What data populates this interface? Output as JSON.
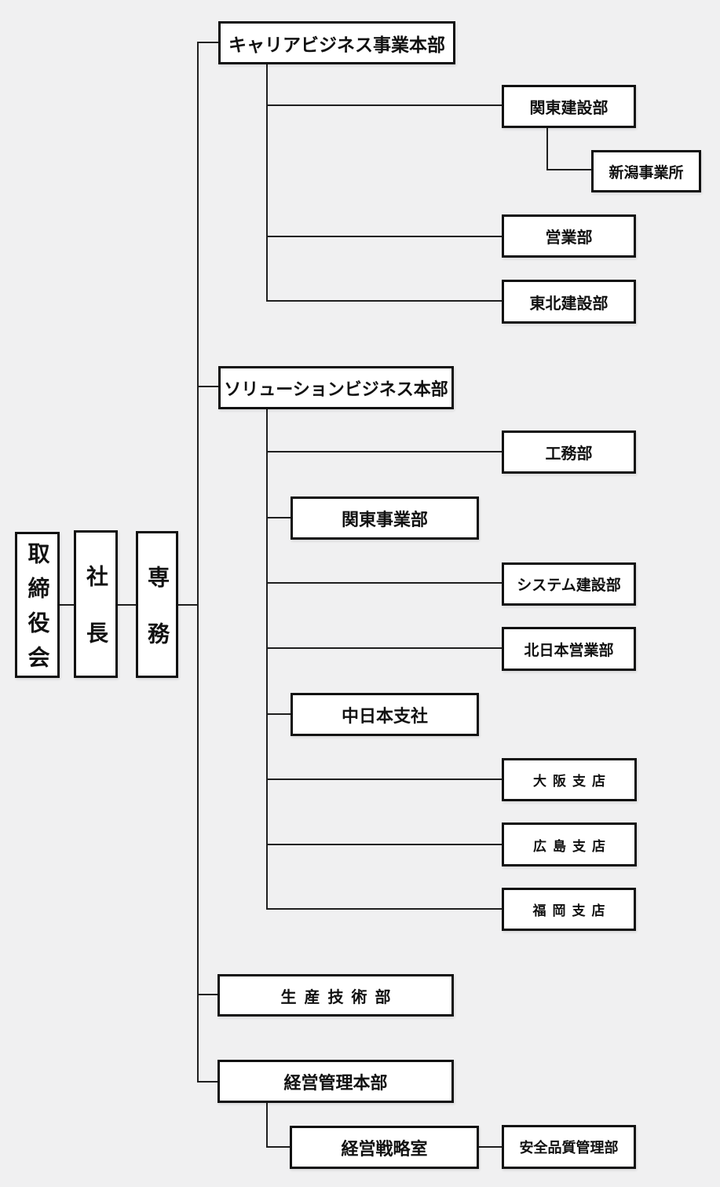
{
  "chart": {
    "type": "organization-chart",
    "language": "ja",
    "colors": {
      "background": "#f0f0f1",
      "box_background": "#ffffff",
      "box_border": "#111111",
      "connector_line": "#1f1f1f",
      "text": "#111111"
    }
  },
  "nodes": {
    "board": {
      "label": "取締役会"
    },
    "president": {
      "label": "社長"
    },
    "senior_managing_director": {
      "label": "専務"
    },
    "career_business_hq": {
      "label": "キャリアビジネス事業本部"
    },
    "kanto_construction_dept": {
      "label": "関東建設部"
    },
    "niigata_office": {
      "label": "新潟事業所"
    },
    "sales_dept": {
      "label": "営業部"
    },
    "tohoku_construction_dept": {
      "label": "東北建設部"
    },
    "solution_business_hq": {
      "label": "ソリューションビジネス本部"
    },
    "engineering_dept": {
      "label": "工務部"
    },
    "kanto_business_dept": {
      "label": "関東事業部"
    },
    "system_construction_dept": {
      "label": "システム建設部"
    },
    "north_japan_sales_dept": {
      "label": "北日本営業部"
    },
    "central_japan_branch": {
      "label": "中日本支社"
    },
    "osaka_branch": {
      "label": "大阪支店"
    },
    "hiroshima_branch": {
      "label": "広島支店"
    },
    "fukuoka_branch": {
      "label": "福岡支店"
    },
    "production_engineering_dept": {
      "label": "生産技術部"
    },
    "management_admin_hq": {
      "label": "経営管理本部"
    },
    "management_strategy_office": {
      "label": "経営戦略室"
    },
    "safety_quality_dept": {
      "label": "安全品質管理部"
    }
  },
  "structure": {
    "top_chain": [
      "board",
      "president",
      "senior_managing_director"
    ],
    "divisions": [
      {
        "id": "career_business_hq",
        "children": [
          {
            "id": "kanto_construction_dept",
            "children": [
              {
                "id": "niigata_office"
              }
            ]
          },
          {
            "id": "sales_dept"
          },
          {
            "id": "tohoku_construction_dept"
          }
        ]
      },
      {
        "id": "solution_business_hq",
        "children": [
          {
            "id": "engineering_dept"
          },
          {
            "id": "kanto_business_dept"
          },
          {
            "id": "system_construction_dept"
          },
          {
            "id": "north_japan_sales_dept"
          },
          {
            "id": "central_japan_branch"
          },
          {
            "id": "osaka_branch"
          },
          {
            "id": "hiroshima_branch"
          },
          {
            "id": "fukuoka_branch"
          }
        ]
      },
      {
        "id": "production_engineering_dept"
      },
      {
        "id": "management_admin_hq",
        "children": [
          {
            "id": "management_strategy_office",
            "children": [
              {
                "id": "safety_quality_dept"
              }
            ]
          }
        ]
      }
    ]
  }
}
